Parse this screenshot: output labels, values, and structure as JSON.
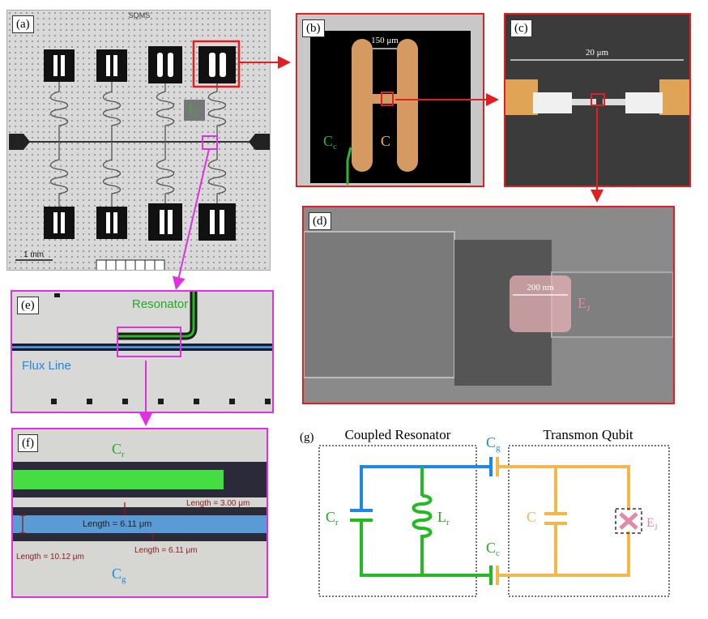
{
  "panels": {
    "a": {
      "label": "(a)",
      "inductor_label": "L",
      "inductor_sub": "r",
      "scalebar": "1 mm",
      "logo": "SQMS"
    },
    "b": {
      "label": "(b)",
      "width": "150 μm",
      "cap": "C",
      "cc": "C",
      "cc_sub": "c"
    },
    "c": {
      "label": "(c)",
      "width": "20 μm"
    },
    "d": {
      "label": "(d)",
      "width": "200 nm",
      "ej": "E",
      "ej_sub": "J"
    },
    "e": {
      "label": "(e)",
      "resonator": "Resonator",
      "flux": "Flux Line"
    },
    "f": {
      "label": "(f)",
      "cr": "C",
      "cr_sub": "r",
      "cg": "C",
      "cg_sub": "g",
      "len_center": "Length = 6.11 μm",
      "len_right": "Length = 3.00 μm",
      "len_left": "Length = 10.12 μm",
      "len_bottom": "Length = 6.11 μm"
    },
    "g": {
      "label": "(g)",
      "title_left": "Coupled Resonator",
      "title_right": "Transmon Qubit",
      "cg": "C",
      "cg_sub": "g",
      "cc": "C",
      "cc_sub": "c",
      "cr": "C",
      "cr_sub": "r",
      "lr": "L",
      "lr_sub": "r",
      "c": "C",
      "ej": "E",
      "ej_sub": "J"
    }
  },
  "colors": {
    "frame_red": "#e02020",
    "frame_magenta": "#e030e0",
    "green": "#22bb22",
    "blue": "#1e88e5",
    "orange": "#f5b74a",
    "pink": "#e08aa8"
  }
}
